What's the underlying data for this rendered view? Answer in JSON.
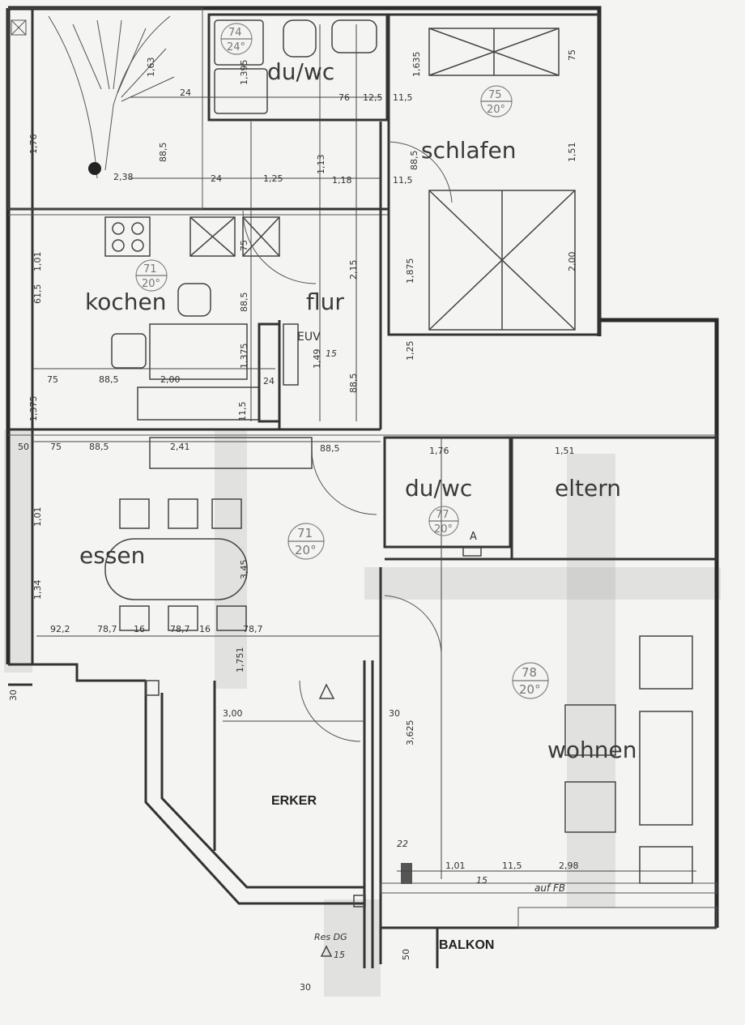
{
  "rooms": {
    "du_wc_top": "du/wc",
    "schlafen": "schlafen",
    "kochen": "kochen",
    "flur": "flur",
    "du_wc_mid": "du/wc",
    "eltern": "eltern",
    "essen": "essen",
    "wohnen": "wohnen",
    "erker": "ERKER",
    "balkon": "BALKON"
  },
  "labels": {
    "euv": "EUV",
    "res_dg": "Res DG",
    "auf_fb": "auf FB",
    "door_a": "A"
  },
  "circles": [
    {
      "num": "74",
      "temp": "24°"
    },
    {
      "num": "75",
      "temp": "20°"
    },
    {
      "num": "71",
      "temp": "20°"
    },
    {
      "num": "77",
      "temp": "20°"
    },
    {
      "num": "71",
      "temp": "20°"
    },
    {
      "num": "78",
      "temp": "20°"
    }
  ],
  "dims": {
    "d_163": "1,63",
    "d_176": "1,76",
    "d_238": "2,38",
    "d_24a": "24",
    "d_885a": "88,5",
    "d_1395": "1,395",
    "d_76": "76",
    "d_125a": "12,5",
    "d_115a": "11,5",
    "d_1635": "1,635",
    "d_75a": "75",
    "d_151": "1,51",
    "d_113": "1,13",
    "d_118": "1,18",
    "d_24b": "24",
    "d_125b": "1,25",
    "d_885b": "88,5",
    "d_115b": "11,5",
    "d_101a": "1,01",
    "d_615": "61,5",
    "d_75b": "75",
    "d_215": "2,15",
    "d_1875": "1,875",
    "d_200a": "2,00",
    "d_885c": "88,5",
    "d_1375": "1,375",
    "d_200b": "2,00",
    "d_75c": "75",
    "d_885d": "88,5",
    "d_24c": "24",
    "d_149": "1,49",
    "d_15a": "15",
    "d_125c": "1,25",
    "d_885e": "88,5",
    "d_115c": "11,5",
    "d_1375b": "1,375",
    "d_50": "50",
    "d_75d": "75",
    "d_885f": "88,5",
    "d_241": "2,41",
    "d_885g": "88,5",
    "d_176b": "1,76",
    "d_151b": "1,51",
    "d_101b": "1,01",
    "d_345": "3,45",
    "d_134": "1,34",
    "d_922": "92,2",
    "d_787a": "78,7",
    "d_16a": "16",
    "d_787b": "78,7",
    "d_16b": "16",
    "d_787c": "78,7",
    "d_1751": "1,751",
    "d_300": "3,00",
    "d_30a": "30",
    "d_3625": "3,625",
    "d_22": "22",
    "d_101c": "1,01",
    "d_115d": "11,5",
    "d_298": "2,98",
    "d_15b": "15",
    "d_15c": "15",
    "d_50b": "50",
    "d_30b": "30",
    "d_30c": "30"
  }
}
